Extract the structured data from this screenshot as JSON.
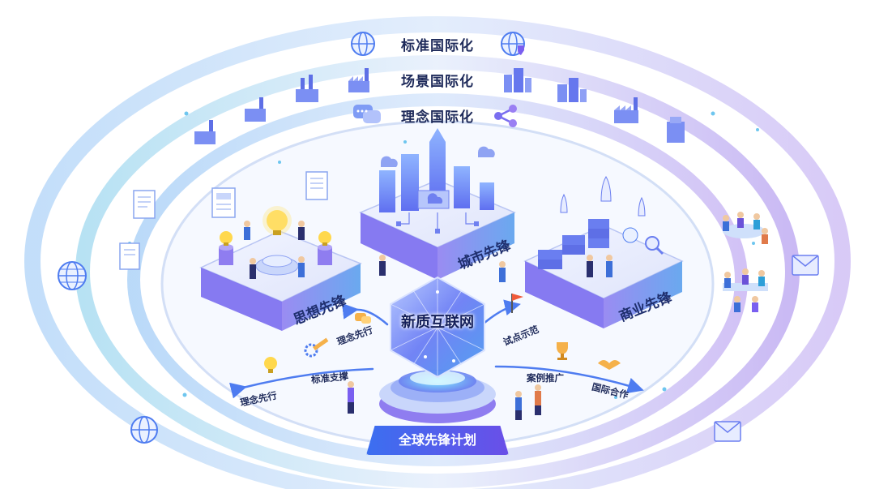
{
  "rings": {
    "outer_label": "标准国际化",
    "middle_label": "场景国际化",
    "inner_label": "理念国际化"
  },
  "platforms": {
    "left": "思想先锋",
    "center": "城市先锋",
    "right": "商业先锋"
  },
  "core": {
    "label": "新质互联网",
    "banner": "全球先锋计划"
  },
  "flows": {
    "left_upper": "理念先行",
    "left_middle": "标准支撑",
    "left_lower": "理念先行",
    "right_upper": "试点示范",
    "right_middle": "案例推广",
    "right_lower": "国际合作"
  },
  "colors": {
    "ring_blue": "#9fc4f5",
    "ring_purple": "#c9b4f2",
    "platform_purple": "#8f7df0",
    "accent_blue": "#3b6ff0",
    "text_navy": "#1e2a5a"
  },
  "icons": [
    "globe-icon",
    "globe-shield-icon",
    "factory-icon",
    "city-building-icon",
    "chat-bubbles-icon",
    "share-icon",
    "document-icon",
    "envelope-icon",
    "lightbulb-icon",
    "rocket-icon",
    "trophy-icon",
    "handshake-icon",
    "flag-icon",
    "gear-ruler-icon",
    "server-stack-icon",
    "magnifier-icon"
  ]
}
